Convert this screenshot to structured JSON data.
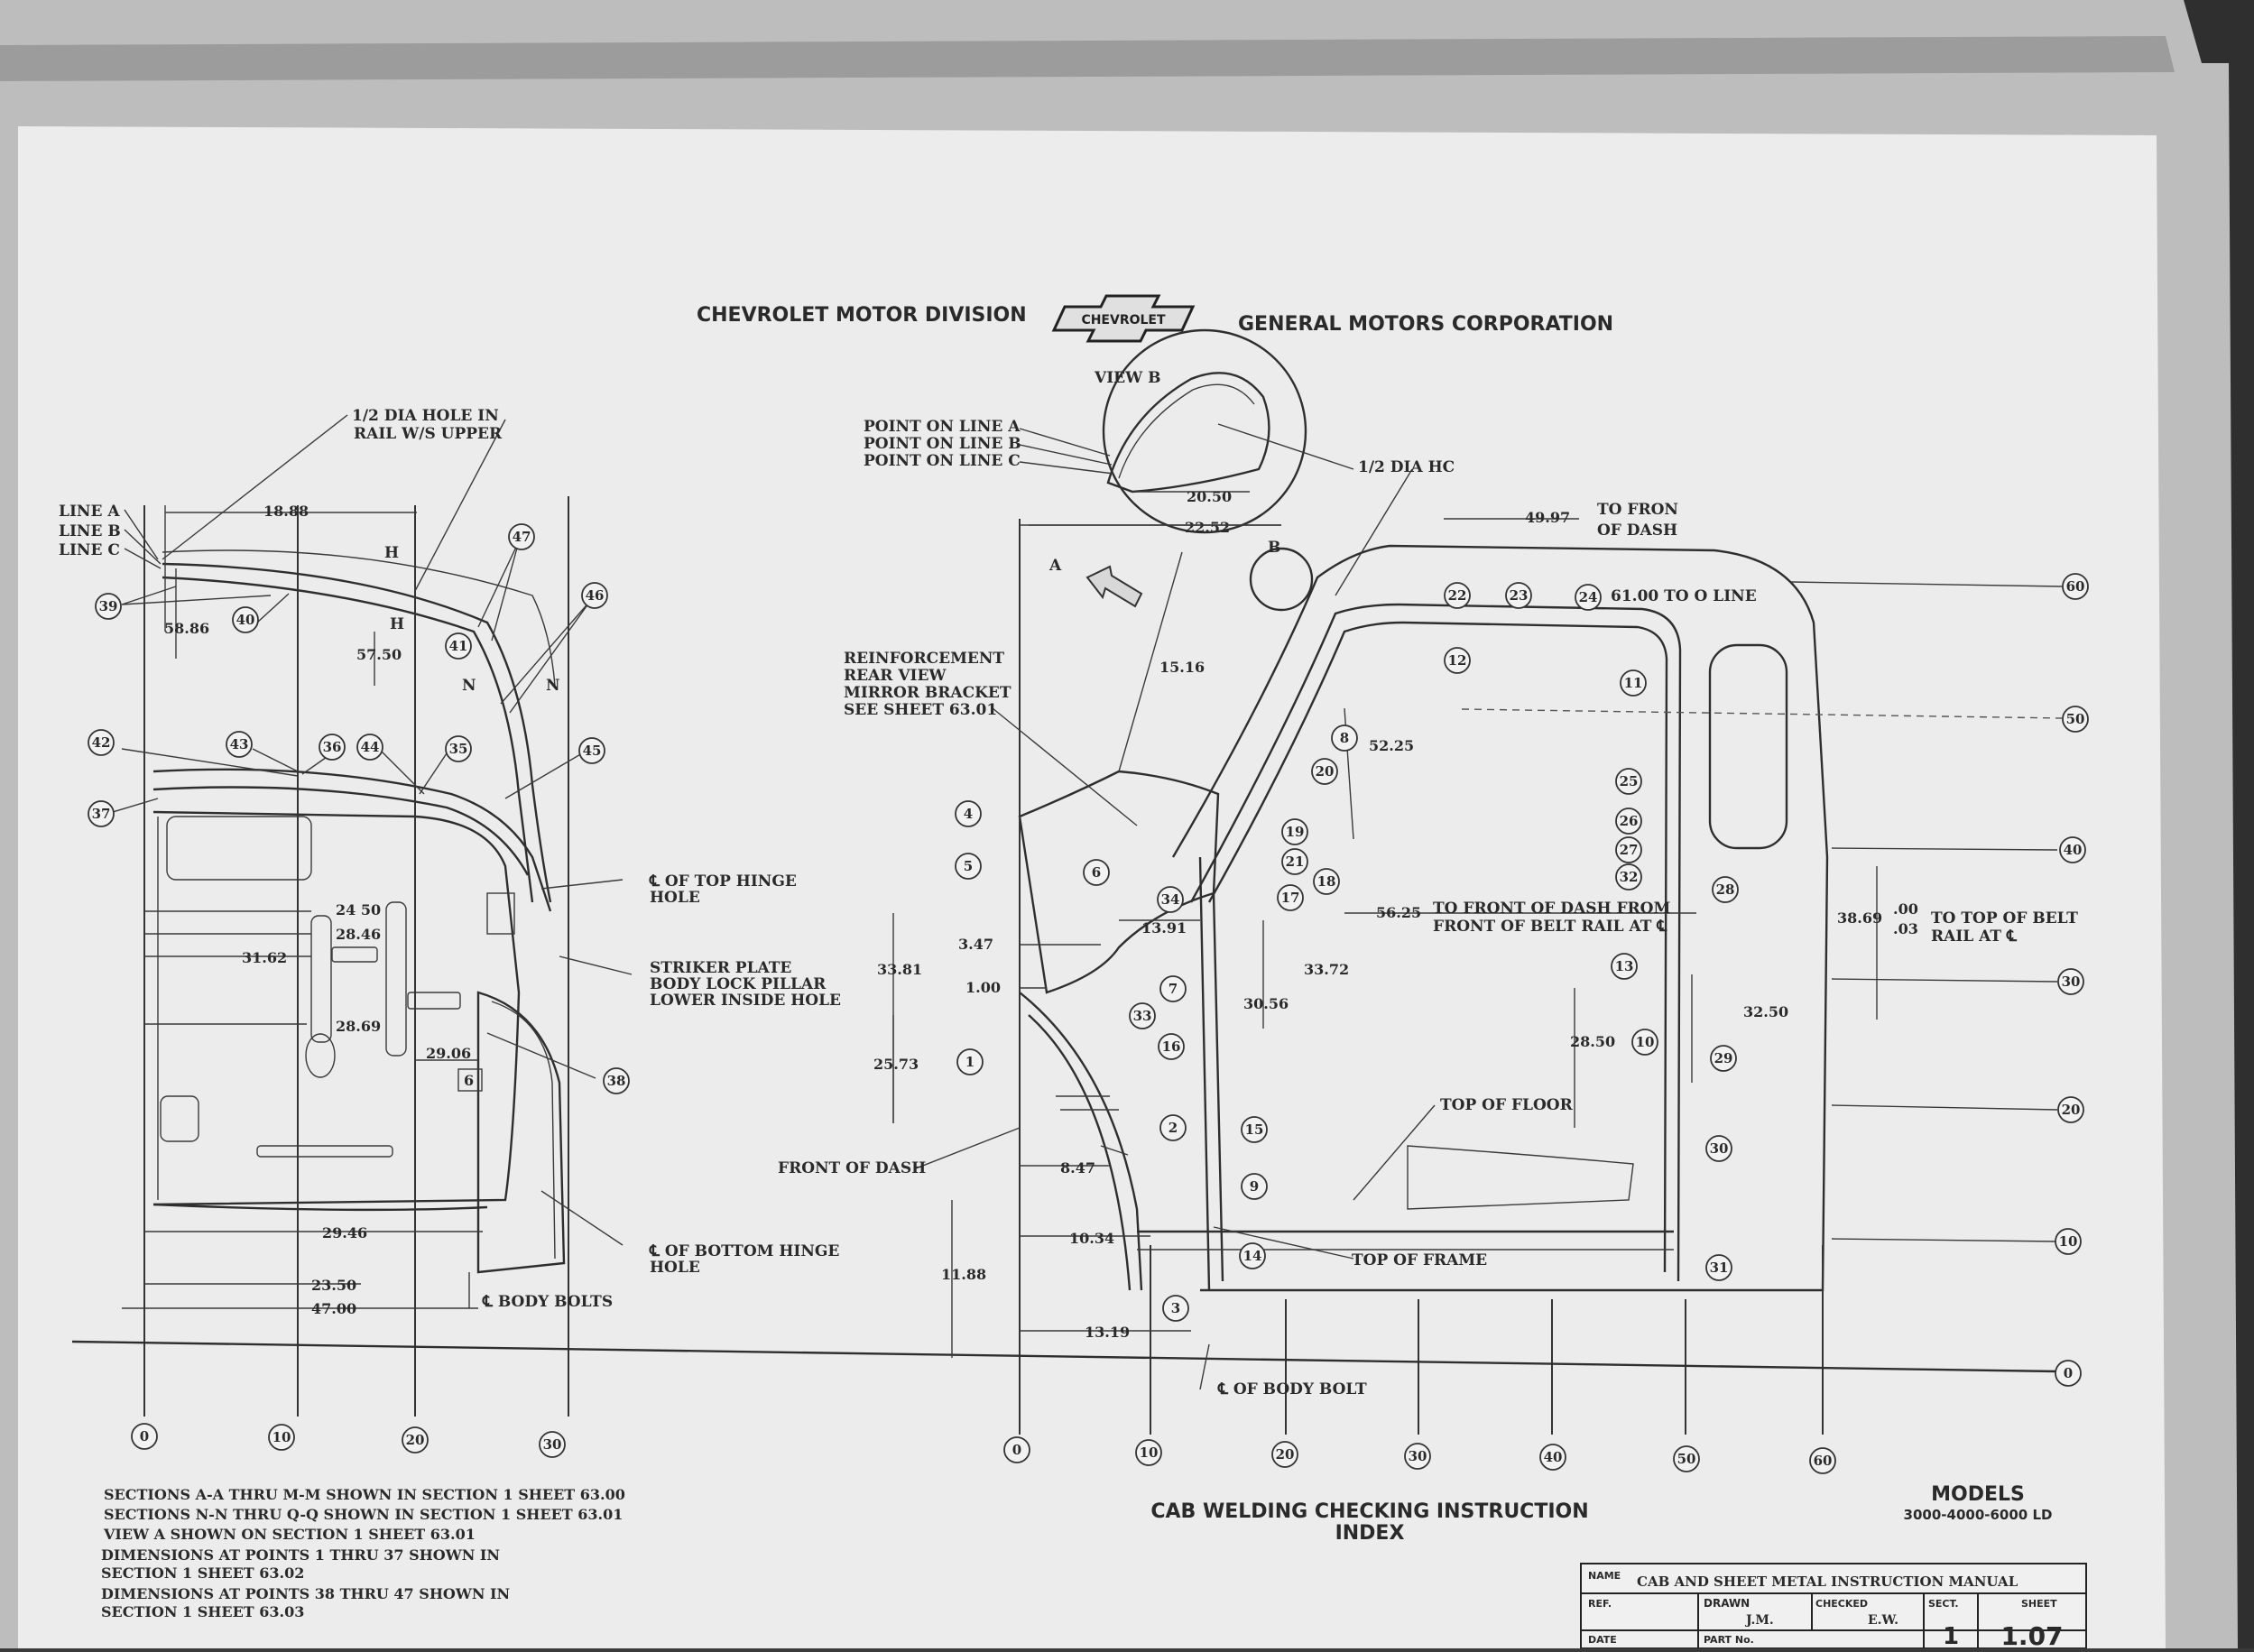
{
  "header": {
    "left": "CHEVROLET MOTOR DIVISION",
    "logo": "CHEVROLET",
    "right": "GENERAL MOTORS CORPORATION"
  },
  "left_view": {
    "labels": {
      "hole_rail": [
        "1/2 DIA HOLE IN",
        "RAIL W/S UPPER"
      ],
      "line_a": "LINE A",
      "line_b": "LINE B",
      "line_c": "LINE C",
      "top_hinge": [
        "℄ OF TOP HINGE",
        "HOLE"
      ],
      "striker": [
        "STRIKER PLATE",
        "BODY LOCK PILLAR",
        "LOWER INSIDE HOLE"
      ],
      "bottom_hinge": [
        "℄ OF BOTTOM HINGE",
        "HOLE"
      ],
      "body_bolts": "℄ BODY BOLTS",
      "sec_h": "H",
      "sec_n": "N",
      "box6": "6"
    },
    "dims": [
      "18.88",
      "58.86",
      "57.50",
      "24 50",
      "28.46",
      "31.62",
      "28.69",
      "29.06",
      "29.46",
      "23.50",
      "47.00"
    ],
    "points": [
      "39",
      "40",
      "47",
      "41",
      "46",
      "42",
      "43",
      "36",
      "44",
      "35",
      "45",
      "37",
      "38"
    ],
    "grid_labels": [
      "0",
      "10",
      "20",
      "30"
    ]
  },
  "view_b": {
    "title": "VIEW B",
    "labels": [
      "POINT ON LINE A",
      "POINT ON LINE B",
      "POINT ON LINE C"
    ],
    "hole": "1/2 DIA HC",
    "dims": [
      "20.50",
      "22.52"
    ]
  },
  "right_view": {
    "labels": {
      "reinforcement": [
        "REINFORCEMENT",
        "REAR VIEW",
        "MIRROR BRACKET",
        "SEE SHEET 63.01"
      ],
      "to_front_dash": [
        "TO FRON",
        "OF DASH"
      ],
      "o_line": "61.00 TO O LINE",
      "front_dash_belt": [
        "TO FRONT OF DASH FROM",
        "FRONT OF BELT RAIL AT ℄"
      ],
      "top_belt": [
        "TO TOP OF BELT",
        "RAIL AT ℄"
      ],
      "top_floor": "TOP OF FLOOR",
      "front_dash": "FRONT OF DASH",
      "top_frame": "TOP OF FRAME",
      "body_bolt": "℄ OF BODY BOLT",
      "tol": [
        ".00",
        ".03"
      ],
      "sec_b": "B",
      "sec_a": "A"
    },
    "dims": [
      "49.97",
      "15.16",
      "52.25",
      "56.25",
      "38.69",
      "3.47",
      "33.81",
      "1.00",
      "13.91",
      "33.72",
      "30.56",
      "25.73",
      "28.50",
      "32.50",
      "8.47",
      "10.34",
      "11.88",
      "13.19"
    ],
    "points": [
      "22",
      "23",
      "24",
      "12",
      "11",
      "25",
      "8",
      "20",
      "26",
      "27",
      "32",
      "28",
      "4",
      "5",
      "6",
      "19",
      "21",
      "18",
      "34",
      "17",
      "7",
      "13",
      "33",
      "16",
      "10",
      "29",
      "1",
      "2",
      "15",
      "30",
      "9",
      "14",
      "31",
      "3"
    ],
    "grid_labels": [
      "0",
      "10",
      "20",
      "30",
      "40",
      "50",
      "60"
    ],
    "height_labels": [
      "60",
      "50",
      "40",
      "30",
      "20",
      "10",
      "0"
    ]
  },
  "notes": [
    "SECTIONS A-A THRU M-M SHOWN IN SECTION 1 SHEET 63.00",
    "SECTIONS N-N THRU Q-Q SHOWN IN SECTION 1 SHEET 63.01",
    "VIEW A SHOWN ON SECTION 1 SHEET 63.01",
    "DIMENSIONS AT POINTS 1 THRU 37 SHOWN IN",
    "SECTION 1 SHEET 63.02",
    "DIMENSIONS AT POINTS 38 THRU 47 SHOWN IN",
    "SECTION 1 SHEET 63.03"
  ],
  "title": [
    "CAB WELDING CHECKING INSTRUCTION",
    "INDEX"
  ],
  "models": {
    "label": "MODELS",
    "list": "3000-4000-6000 LD"
  },
  "title_block": {
    "name_label": "NAME",
    "name": "CAB AND SHEET METAL INSTRUCTION MANUAL",
    "ref": "REF.",
    "drawn": "DRAWN",
    "drawn_by": "J.M.",
    "checked": "CHECKED",
    "checked_by": "E.W.",
    "sect": "SECT.",
    "sect_val": "1",
    "sheet": "SHEET",
    "sheet_val": "1.07",
    "date": "DATE",
    "part": "PART No."
  }
}
